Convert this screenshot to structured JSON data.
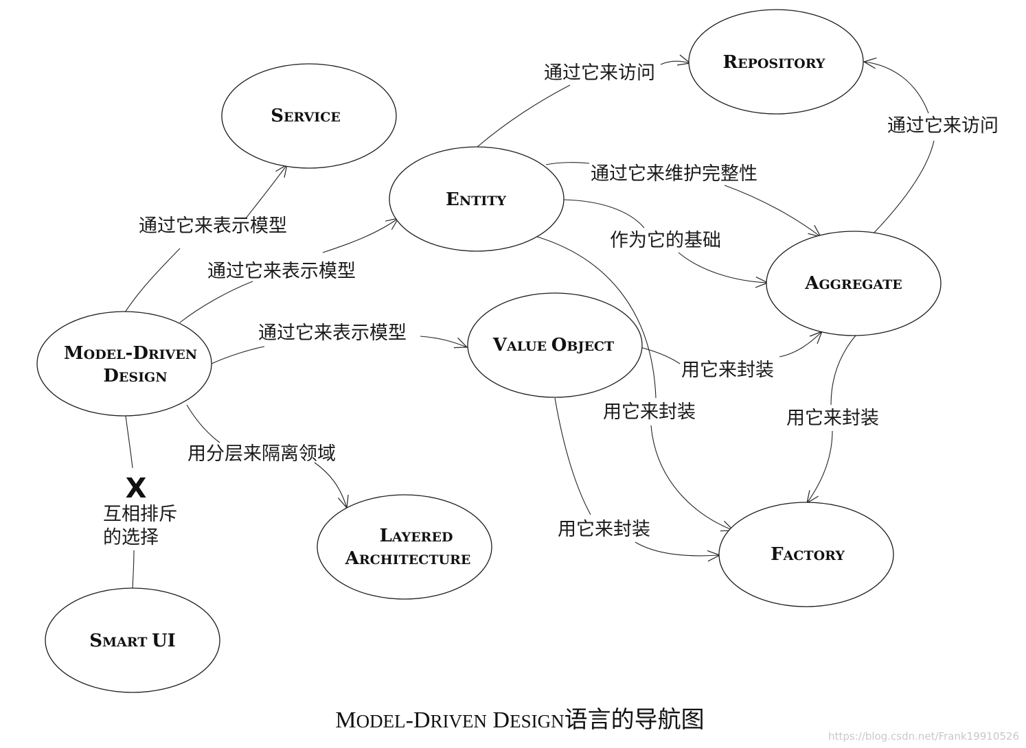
{
  "diagram": {
    "nodes": [
      {
        "id": "service",
        "label": "SERVICE"
      },
      {
        "id": "repository",
        "label": "REPOSITORY"
      },
      {
        "id": "entity",
        "label": "ENTITY"
      },
      {
        "id": "aggregate",
        "label": "AGGREGATE"
      },
      {
        "id": "model-driven-design",
        "label_line1": "MODEL-DRIVEN",
        "label_line2": "DESIGN"
      },
      {
        "id": "value-object",
        "label": "VALUE OBJECT"
      },
      {
        "id": "layered-architecture",
        "label_line1": "LAYERED",
        "label_line2": "ARCHITECTURE"
      },
      {
        "id": "factory",
        "label": "FACTORY"
      },
      {
        "id": "smart-ui",
        "label": "SMART UI"
      }
    ],
    "edges": [
      {
        "from": "model-driven-design",
        "to": "service",
        "label": "通过它来表示模型"
      },
      {
        "from": "model-driven-design",
        "to": "entity",
        "label": "通过它来表示模型"
      },
      {
        "from": "model-driven-design",
        "to": "value-object",
        "label": "通过它来表示模型"
      },
      {
        "from": "model-driven-design",
        "to": "layered-architecture",
        "label": "用分层来隔离领域"
      },
      {
        "from": "model-driven-design",
        "to": "smart-ui",
        "label_line1": "互相排斥",
        "label_line2": "的选择",
        "mark": "X"
      },
      {
        "from": "entity",
        "to": "repository",
        "label": "通过它来访问"
      },
      {
        "from": "aggregate",
        "to": "repository",
        "label": "通过它来访问"
      },
      {
        "from": "entity",
        "to": "aggregate",
        "label": "通过它来维护完整性"
      },
      {
        "from": "entity",
        "to": "aggregate",
        "label": "作为它的基础"
      },
      {
        "from": "value-object",
        "to": "aggregate",
        "label": "用它来封装"
      },
      {
        "from": "entity",
        "to": "factory",
        "label": "用它来封装"
      },
      {
        "from": "aggregate",
        "to": "factory",
        "label": "用它来封装"
      },
      {
        "from": "value-object",
        "to": "factory",
        "label": "用它来封装"
      }
    ]
  },
  "caption": {
    "part1_cap": "M",
    "part1_sc": "ODEL",
    "dash": "-",
    "part2_cap": "D",
    "part2_sc": "RIVEN",
    "space": " ",
    "part3_cap": "D",
    "part3_sc": "ESIGN",
    "suffix": "语言的导航图"
  },
  "watermark": "https://blog.csdn.net/Frank19910526",
  "colors": {
    "stroke": "#222222",
    "background": "#ffffff"
  }
}
